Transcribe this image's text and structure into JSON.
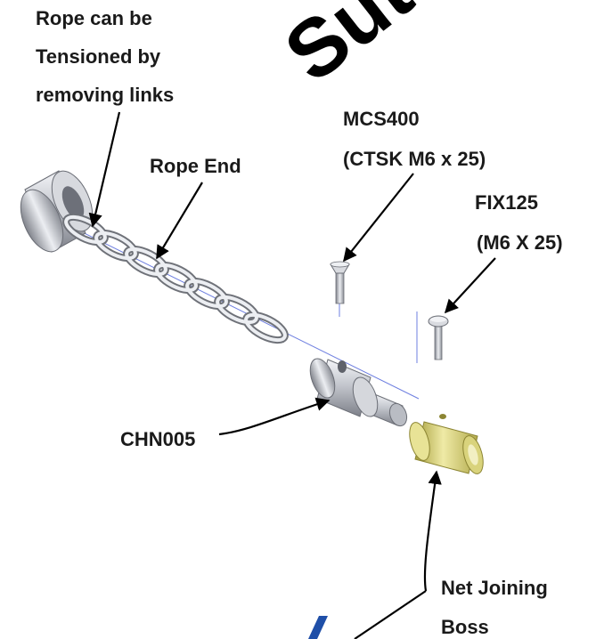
{
  "watermark": {
    "text": "Suto"
  },
  "labels": {
    "rope_tension": [
      "Rope can be",
      "Tensioned by",
      "removing links"
    ],
    "rope_end": "Rope End",
    "mcs400": [
      "MCS400",
      "(CTSK M6 x 25)"
    ],
    "fix125": [
      "FIX125",
      "(M6 X 25)"
    ],
    "chn005": "CHN005",
    "net_boss": [
      "Net Joining",
      "Boss"
    ]
  },
  "colors": {
    "text": "#1a1a1a",
    "steel": "#c9ccd3",
    "brass": "#dcd67e",
    "accent_blue": "#1f4fa8"
  }
}
